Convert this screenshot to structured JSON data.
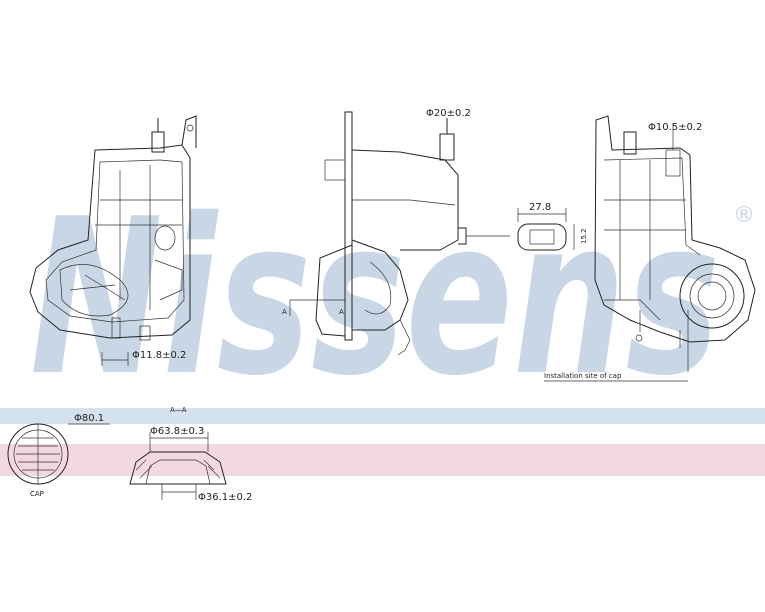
{
  "brand": {
    "watermark": "Nissens",
    "registered_mark": "®",
    "watermark_color": "#c9d6e6"
  },
  "bands": {
    "blue_color": "#d5e1ee",
    "pink_color": "#f3d8df"
  },
  "labels": {
    "dim_phi_20": "Φ20±0.2",
    "dim_phi_10_5": "Φ10.5±0.2",
    "dim_phi_11_8": "Φ11.8±0.2",
    "dim_27_8": "27.8",
    "dim_15_2": "15.2",
    "installation_site": "Installation site of cap",
    "section_a_left": "A",
    "section_a_right": "A",
    "dim_phi_80_1": "Φ80.1",
    "cap_label": "CAP",
    "section_aa": "A—A",
    "dim_phi_63_8": "Φ63.8±0.3",
    "dim_phi_36_1": "Φ36.1±0.2"
  }
}
